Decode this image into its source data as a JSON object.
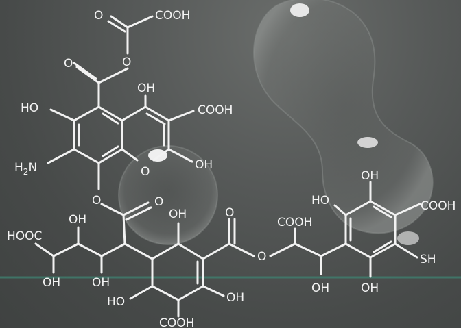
{
  "colors": {
    "bond": "#f2f2f2",
    "text": "#f4f4f4",
    "background": "#4a4d4c",
    "scan_line": "#3f7f6f"
  },
  "labels": {
    "o_oxalyl": "O",
    "cooh_oxalyl": "COOH",
    "o_ester1": "O",
    "o_ester1_link": "O",
    "oh_naph_top": "OH",
    "ho_naph_left": "HO",
    "cooh_naph": "COOH",
    "h2n": "H",
    "h2n_sub": "2",
    "h2n_n": "N",
    "o_ring": "O",
    "oh_naph_right": "OH",
    "o_link2": "O",
    "o_carbonyl2": "O",
    "hooc_left": "HOOC",
    "oh_chain1": "OH",
    "oh_chain2": "OH",
    "oh_chain3": "OH",
    "oh_ring_top": "OH",
    "o_carbonyl3": "O",
    "ho_ring_bottom": "HO",
    "oh_ring_right": "OH",
    "cooh_ring_bottom": "COOH",
    "cooh_mid": "COOH",
    "o_link3": "O",
    "oh_mid": "OH",
    "oh_benz_top": "OH",
    "ho_benz_left": "HO",
    "cooh_benz": "COOH",
    "sh_benz": "SH",
    "oh_benz_bottom": "OH"
  }
}
